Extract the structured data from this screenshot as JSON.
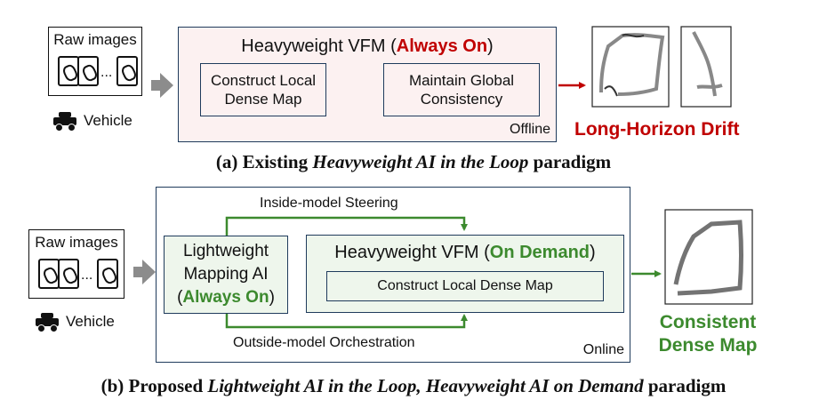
{
  "panel_a": {
    "raw_images_label": "Raw images",
    "ellipsis": "...",
    "vehicle_label": "Vehicle",
    "vfm_title_prefix": "Heavyweight VFM (",
    "vfm_title_highlight": "Always On",
    "vfm_title_suffix": ")",
    "box_local": "Construct Local Dense Map",
    "box_global": "Maintain Global Consistency",
    "mode_label": "Offline",
    "result_label": "Long-Horizon Drift",
    "caption_prefix": "(a) Existing ",
    "caption_italic": "Heavyweight AI in the Loop",
    "caption_suffix": " paradigm"
  },
  "panel_b": {
    "raw_images_label": "Raw images",
    "ellipsis": "...",
    "vehicle_label": "Vehicle",
    "steering_label": "Inside-model Steering",
    "orchestration_label": "Outside-model Orchestration",
    "light_line1": "Lightweight",
    "light_line2": "Mapping AI",
    "light_line3_prefix": "(",
    "light_line3_highlight": "Always On",
    "light_line3_suffix": ")",
    "vfm_title_prefix": "Heavyweight VFM (",
    "vfm_title_highlight": "On Demand",
    "vfm_title_suffix": ")",
    "box_local": "Construct Local Dense Map",
    "mode_label": "Online",
    "result_line1": "Consistent",
    "result_line2": "Dense Map",
    "caption_prefix": "(b) Proposed ",
    "caption_italic": "Lightweight AI in the Loop, Heavyweight AI on Demand",
    "caption_suffix": " paradigm"
  },
  "colors": {
    "red": "#c00000",
    "green": "#3c8a2e",
    "gray_arrow": "#8c8c8c",
    "pink_fill": "#fcf1f1",
    "green_fill": "#eef6ec",
    "navy_border": "#1f3b5c"
  },
  "icons": [
    "image-thumbnail-icon",
    "vehicle-icon",
    "gray-arrow-icon",
    "map-thumbnail"
  ]
}
